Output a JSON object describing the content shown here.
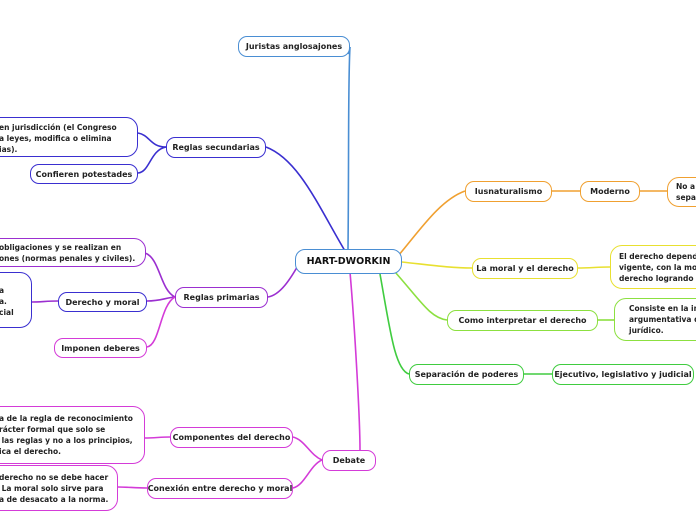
{
  "root": {
    "label": "HART-DWORKIN"
  },
  "nodes": {
    "juristas": "Juristas anglosajones",
    "reglas_secundarias": "Reglas secundarias",
    "jurisdiccion_text": "en jurisdicción (el Congreso\na leyes, modifica o elimina\nias).",
    "confieren": "Confieren potestades",
    "reglas_primarias": "Reglas primarias",
    "obligaciones_text": "obligaciones y se realizan en\nones (normas penales y civiles).",
    "derecho_moral_left_text": "a\na.\ncial",
    "derecho_y_moral": "Derecho y moral",
    "imponen": "Imponen deberes",
    "debate": "Debate",
    "componentes": "Componentes del derecho",
    "componentes_text": "a de la regla de reconocimiento\nrácter formal que solo se\n las reglas y no a los principios,\nica el derecho.",
    "conexion": "Conexión entre derecho y moral",
    "conexion_text": "derecho no se debe hacer\n La moral solo sirve para\na de desacato a la norma.",
    "iusnaturalismo": "Iusnaturalismo",
    "moderno": "Moderno",
    "moderno_text": "No a\nsepa",
    "moral_derecho": "La moral y el derecho",
    "moral_derecho_text": "El derecho depend\nvigente, con la mo\nderecho logrando",
    "interpretar": "Como interpretar el derecho",
    "interpretar_text": "Consiste en la in\nargumentativa d\njurídico.",
    "separacion": "Separación de poderes",
    "ejecutivo": "Ejecutivo, legislativo y judicial"
  },
  "colors": {
    "blue": "#4a8ed3",
    "navy": "#3a2fd0",
    "purple": "#9b2fd0",
    "magenta": "#d43bd8",
    "orange": "#f0a030",
    "yellow": "#e8e030",
    "green_light": "#8ce040",
    "green": "#40cc40"
  }
}
